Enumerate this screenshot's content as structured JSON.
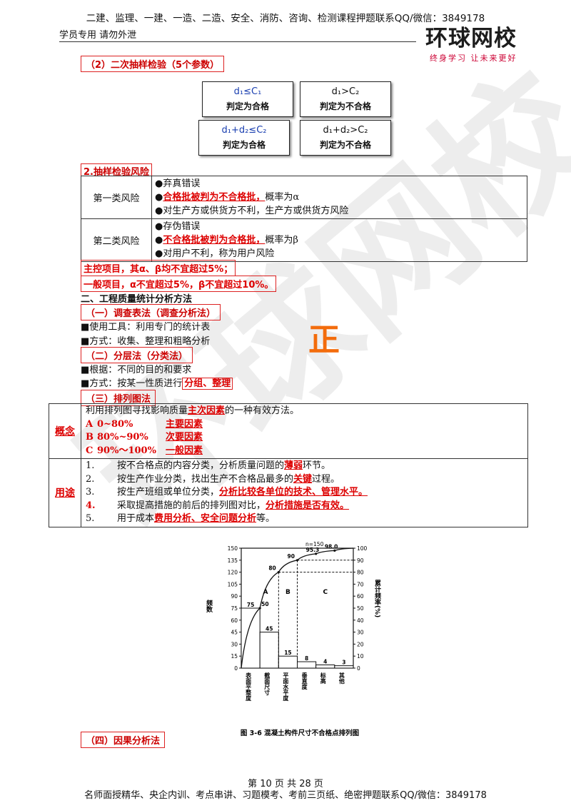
{
  "header": {
    "top_line": "二建、监理、一建、一造、二造、安全、消防、咨询、检测课程押题联系QQ/微信：3849178",
    "left_note": "学员专用 请勿外泄",
    "logo_text": "环球网校",
    "logo_slogan": "终身学习  让未来更好"
  },
  "section_double_sampling": {
    "heading": "（2）二次抽样检验（5个参数）",
    "boxes": [
      {
        "formula": "d₁≤C₁",
        "verdict": "判定为合格"
      },
      {
        "formula": "d₁>C₂",
        "verdict": "判定为不合格"
      },
      {
        "formula": "d₁+d₂≤C₂",
        "verdict": "判定为合格"
      },
      {
        "formula": "d₁+d₂>C₂",
        "verdict": "判定为不合格"
      }
    ]
  },
  "section_risk": {
    "heading": "2.抽样检验风险",
    "rows": [
      {
        "label": "第一类风险",
        "line1": "●弃真错误",
        "line2_prefix": "●",
        "line2_emph": "合格批被判为不合格批，",
        "line2_suffix": "概率为α",
        "line3": "●对生产方或供货方不利，生产方或供货方风险"
      },
      {
        "label": "第二类风险",
        "line1": "●存伪错误",
        "line2_prefix": "●",
        "line2_emph": "不合格批被判为合格批，",
        "line2_suffix": "概率为β",
        "line3": "●对用户不利，称为用户风险"
      }
    ],
    "note1": "主控项目，其α、β均不宜超过5%；",
    "note2": "一般项目，α不宜超过5%，β不宜超过10%。"
  },
  "section_stats": {
    "heading": "二、工程质量统计分析方法",
    "sub1": "（一）调查表法（调查分析法）",
    "sub1_l1": "■使用工具：利用专门的统计表",
    "sub1_l2": "■方式：收集、整理和粗略分析",
    "stamp": "正",
    "sub2": "（二）分层法（分类法）",
    "sub2_l1": "■根据：不同的目的和要求",
    "sub2_l2_prefix": "■方式：按某一性质进行",
    "sub2_l2_emph": "分组、整理",
    "sub3": "（三）排列图法"
  },
  "pareto_table": {
    "concept_label": "概念",
    "concept_intro_prefix": "利用排列图寻找影响质量",
    "concept_intro_emph": "主次因素",
    "concept_intro_suffix": "的一种有效方法。",
    "classes": [
      {
        "letter": "A",
        "range": "0~80%",
        "meaning": "主要因素"
      },
      {
        "letter": "B",
        "range": "80%~90%",
        "meaning": "次要因素"
      },
      {
        "letter": "C",
        "range": "90%～100%",
        "meaning": "一般因素"
      }
    ],
    "use_label": "用途",
    "uses": [
      {
        "num": "1.",
        "prefix": "按不合格点的内容分类，分析质量问题的",
        "emph": "薄弱",
        "suffix": "环节。"
      },
      {
        "num": "2.",
        "prefix": "按生产作业分类，找出生产不合格品最多的",
        "emph": "关键",
        "suffix": "过程。"
      },
      {
        "num": "3.",
        "prefix": "按生产班组或单位分类，",
        "emph": "分析比较各单位的技术、管理水平。",
        "suffix": ""
      },
      {
        "num": "4.",
        "prefix": "采取提高措施的前后的排列图对比，",
        "emph": "分析措施是否有效。",
        "suffix": ""
      },
      {
        "num": "5.",
        "prefix": "用于成本",
        "emph": "费用分析、安全问题分析",
        "suffix": "等。"
      }
    ]
  },
  "chart_data": {
    "type": "bar",
    "title": "图 3-6   混凝土构件尺寸不合格点排列图",
    "ylabel": "频数",
    "y2label": "累计频率(%)",
    "categories": [
      "表面平整度",
      "截面尺寸",
      "平面水平度",
      "垂直度",
      "标高",
      "其他"
    ],
    "values": [
      75,
      45,
      15,
      8,
      4,
      3
    ],
    "cumulative_percent": [
      50,
      80,
      90,
      95.3,
      98.0,
      100
    ],
    "point_labels": [
      "50",
      "80",
      "90",
      "95.3",
      "98.0"
    ],
    "n_label": "n=150",
    "ylim": [
      0,
      150
    ],
    "y_ticks": [
      0,
      15,
      30,
      45,
      60,
      75,
      90,
      105,
      120,
      135,
      150
    ],
    "y2lim": [
      0,
      100
    ],
    "y2_ticks": [
      0,
      10,
      20,
      30,
      40,
      50,
      60,
      70,
      80,
      90,
      100
    ],
    "zones": [
      "A",
      "B",
      "C"
    ]
  },
  "section_cause": {
    "heading": "（四）因果分析法"
  },
  "watermark": "环球网校",
  "footer": {
    "page": "第 10 页 共 28 页",
    "line": "名师面授精华、央企内训、考点串讲、习题模考、考前三页纸、绝密押题联系QQ/微信：3849178"
  }
}
